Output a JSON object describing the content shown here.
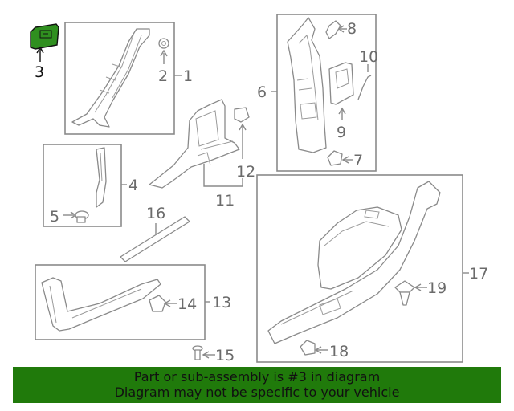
{
  "callouts": {
    "c1": "1",
    "c2": "2",
    "c3": "3",
    "c4": "4",
    "c5": "5",
    "c6": "6",
    "c7": "7",
    "c8": "8",
    "c9": "9",
    "c10": "10",
    "c11": "11",
    "c12": "12",
    "c13": "13",
    "c14": "14",
    "c15": "15",
    "c16": "16",
    "c17": "17",
    "c18": "18",
    "c19": "19"
  },
  "highlight": {
    "part": "3",
    "color": "#2f8f1f"
  },
  "banner": {
    "line1": "Part or sub-assembly is #3 in diagram",
    "line2": "Diagram may not be specific to your vehicle",
    "background": "#207a0b"
  }
}
